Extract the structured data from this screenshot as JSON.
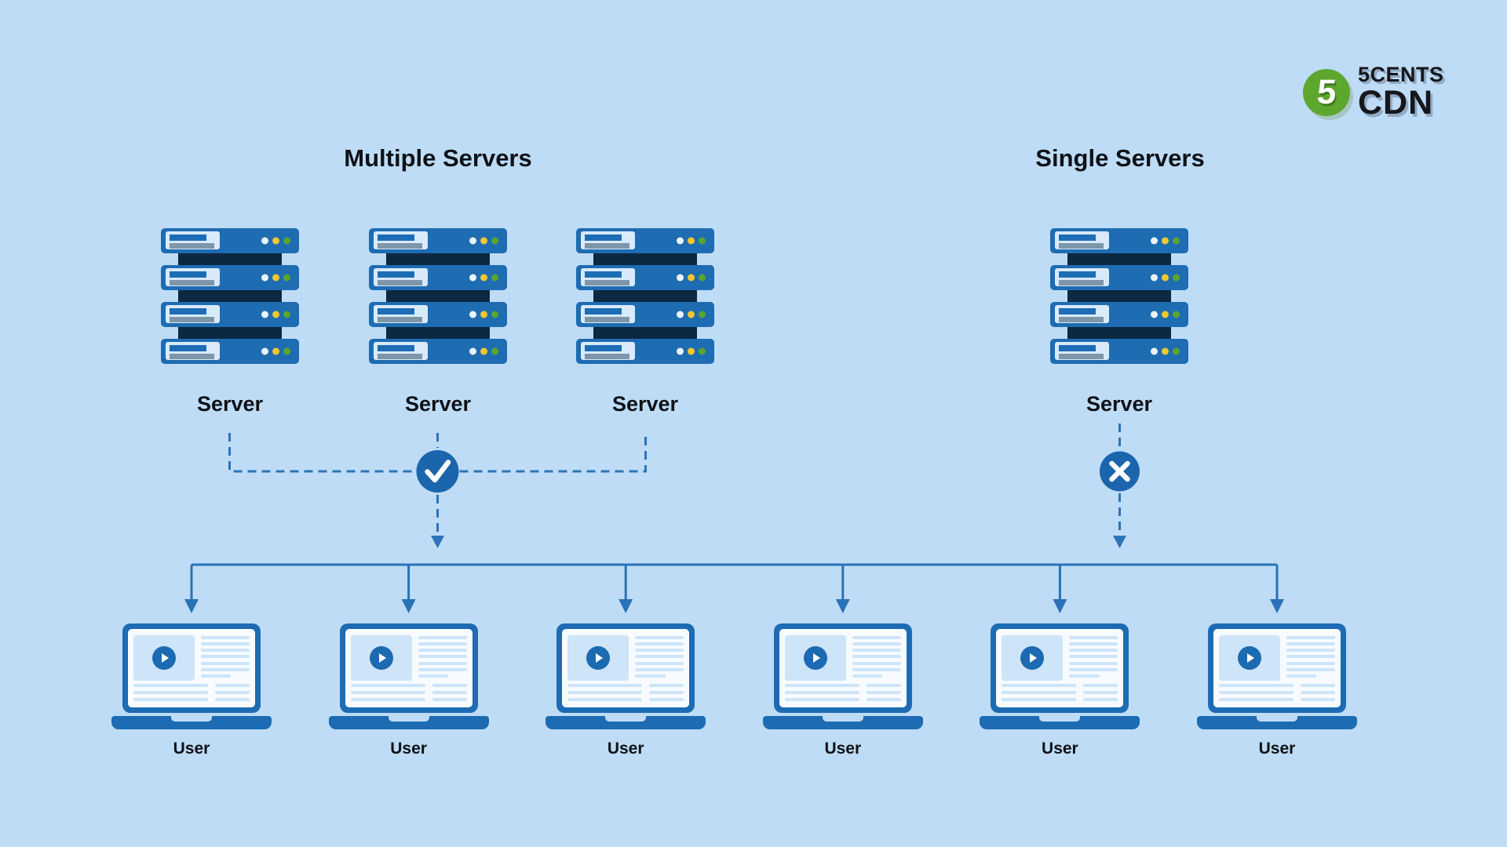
{
  "logo": {
    "badge": "5",
    "name_top": "5CENTS",
    "name_bottom": "CDN"
  },
  "left_section": {
    "title": "Multiple Servers",
    "server_labels": [
      "Server",
      "Server",
      "Server"
    ],
    "status_icon": "check"
  },
  "right_section": {
    "title": "Single Servers",
    "server_labels": [
      "Server"
    ],
    "status_icon": "cross"
  },
  "user_labels": [
    "User",
    "User",
    "User",
    "User",
    "User",
    "User"
  ],
  "colors": {
    "background": "#bedcf5",
    "server_blue": "#1e6cb2",
    "server_dark": "#0d2842",
    "connector_blue": "#2d73b8",
    "status_circle": "#1b65ac",
    "panel_light": "#d8eafc",
    "screen_line_light": "#cde4f9",
    "dot_yellow": "#f2c72e",
    "dot_green": "#5aa52d",
    "logo_green": "#5ea72e"
  }
}
